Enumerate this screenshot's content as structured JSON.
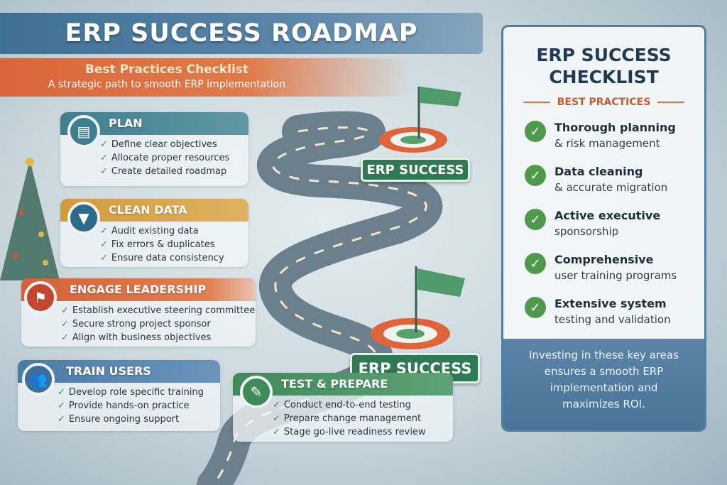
{
  "title": "ERP SUCCESS ROADMAP",
  "subtitle": {
    "heading": "Best Practices Checklist",
    "tagline": "A strategic path to smooth ERP implementation"
  },
  "steps": [
    {
      "title": "PLAN",
      "color": "#3f7e8e",
      "icon": "document-icon",
      "items": [
        "Define clear objectives",
        "Allocate proper resources",
        "Create detailed roadmap"
      ]
    },
    {
      "title": "CLEAN DATA",
      "color": "#d39a3c",
      "icon": "funnel-icon",
      "items": [
        "Audit existing data",
        "Fix errors & duplicates",
        "Ensure data consistency"
      ]
    },
    {
      "title": "ENGAGE LEADERSHIP",
      "color": "#d4603a",
      "icon": "flag-icon",
      "items": [
        "Establish executive steering committee",
        "Secure strong project sponsor",
        "Align with business objectives"
      ]
    },
    {
      "title": "TRAIN USERS",
      "color": "#4a7aa6",
      "icon": "people-icon",
      "items": [
        "Develop role specific training",
        "Provide hands-on practice",
        "Ensure ongoing support"
      ]
    },
    {
      "title": "TEST & PREPARE",
      "color": "#3f8a5a",
      "icon": "checklist-icon",
      "items": [
        "Conduct end-to-end testing",
        "Prepare change management",
        "Stage go-live readiness review"
      ]
    }
  ],
  "signs": [
    "ERP SUCCESS",
    "ERP SUCCESS"
  ],
  "checklist": {
    "title_line1": "ERP SUCCESS",
    "title_line2": "CHECKLIST",
    "section": "BEST PRACTICES",
    "items": [
      {
        "bold": "Thorough planning",
        "rest": "& risk management"
      },
      {
        "bold": "Data cleaning",
        "rest": "& accurate migration"
      },
      {
        "bold": "Active executive",
        "rest": "sponsorship"
      },
      {
        "bold": "Comprehensive",
        "rest": "user training programs"
      },
      {
        "bold": "Extensive system",
        "rest": "testing and validation"
      }
    ],
    "footer": [
      "Investing in these key areas",
      "ensures a smooth ERP",
      "implementation and",
      "maximizes ROI."
    ]
  }
}
